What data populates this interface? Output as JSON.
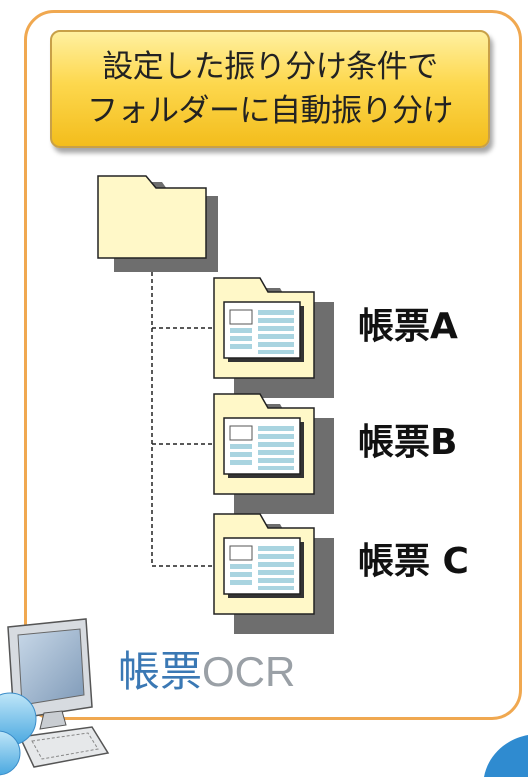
{
  "banner": {
    "line1": "設定した振り分け条件で",
    "line2": "フォルダーに自動振り分け"
  },
  "forms": [
    {
      "label": "帳票A"
    },
    {
      "label": "帳票B"
    },
    {
      "label": "帳票 C"
    }
  ],
  "product": {
    "name_ja": "帳票",
    "name_en": "OCR"
  },
  "colors": {
    "card_border": "#f0a850",
    "banner_fill": "#fdd84e",
    "folder_fill": "#fff8c8",
    "document_accent": "#a9d4e0",
    "product_text": "#3a78b4"
  },
  "icons": [
    "folder-icon",
    "folder-with-document-icon",
    "computer-icon"
  ]
}
